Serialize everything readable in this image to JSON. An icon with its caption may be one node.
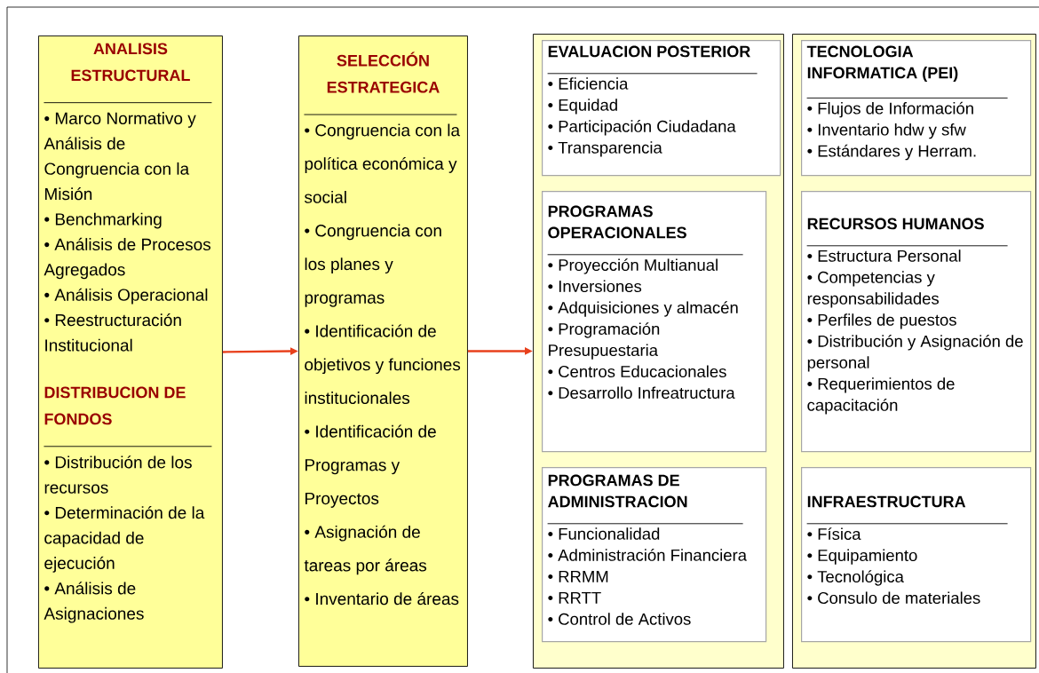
{
  "diagram": {
    "nodes": [
      {
        "text": [
          "ANALISIS ESTRUCTURAL",
          "• Marco Normativo y Análisis de Congruencia con la Misión",
          "• Benchmarking",
          "• Análisis de Procesos Agregados",
          "• Análisis Operacional",
          "• Reestructuración Institucional",
          "DISTRIBUCION DE FONDOS",
          "• Distribución de los recursos",
          "• Determinación de la capacidad de ejecución",
          "• Análisis de Asignaciones"
        ]
      },
      {
        "text": [
          "SELECCIÓN ESTRATEGICA",
          "• Congruencia con la política económica y social",
          "• Congruencia con los planes y programas",
          "• Identificación de objetivos y funciones institucionales",
          "• Identificación de Programas y Proyectos",
          "• Asignación de tareas por áreas",
          "• Inventario de áreas"
        ]
      },
      {
        "text": [],
        "shape": "box"
      },
      {
        "text": [
          "EVALUACION POSTERIOR",
          "• Eficiencia",
          "• Equidad",
          "• Participación Ciudadana",
          "• Transparencia"
        ],
        "in": 2
      },
      {
        "text": [
          "PROGRAMAS OPERACIONALES",
          "• Proyección Multianual",
          "• Inversiones",
          "• Adquisiciones y almacén",
          "• Programación Presupuestaria",
          "• Centros Educacionales",
          "• Desarrollo Infreatructura"
        ],
        "in": 2
      },
      {
        "text": [
          "PROGRAMAS DE ADMINISTRACION",
          "• Funcionalidad",
          "• Administración Financiera",
          "• RRMM",
          "• RRTT",
          "• Control de Activos"
        ],
        "in": 2
      },
      {
        "text": [],
        "shape": "box"
      },
      {
        "text": [
          "TECNOLOGIA INFORMATICA (PEI)",
          "• Flujos de Información",
          "• Inventario hdw y sfw",
          "• Estándares y Herram."
        ],
        "in": 6
      },
      {
        "text": [
          "RECURSOS HUMANOS",
          "• Estructura Personal",
          "• Competencias y responsabilidades",
          "• Perfiles de puestos",
          "• Distribución y Asignación de personal",
          "• Requerimientos de capacitación"
        ],
        "in": 6
      },
      {
        "text": [
          "INFRAESTRUCTURA",
          "• Física",
          "• Equipamiento",
          "• Tecnológica",
          "• Consulo de materiales"
        ],
        "in": 6
      }
    ],
    "edges": [
      {
        "from": 0,
        "to": 1,
        "arrow": "to"
      },
      {
        "from": 1,
        "to": 2,
        "arrow": "to"
      }
    ]
  }
}
